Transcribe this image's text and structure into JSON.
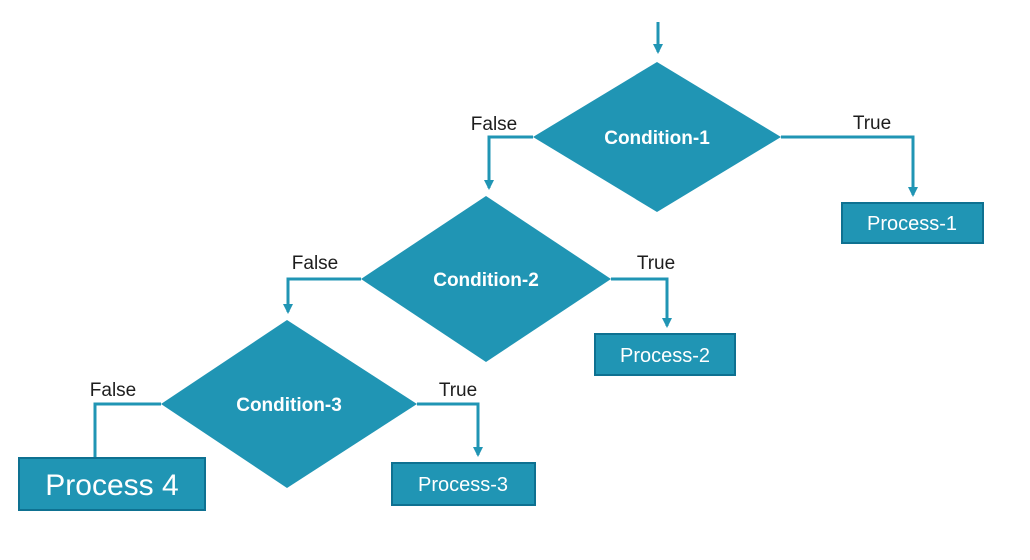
{
  "colors": {
    "shape_fill": "#2095B4",
    "shape_stroke": "#0E7191",
    "connector": "#2095B4",
    "branch_label": "#1D1D1D",
    "shape_text": "#FFFFFF",
    "background": "#FFFFFF"
  },
  "flowchart": {
    "type": "nested-condition-flowchart",
    "conditions": [
      {
        "label": "Condition-1",
        "true_label": "True",
        "false_label": "False"
      },
      {
        "label": "Condition-2",
        "true_label": "True",
        "false_label": "False"
      },
      {
        "label": "Condition-3",
        "true_label": "True",
        "false_label": "False"
      }
    ],
    "processes": [
      {
        "label": "Process-1"
      },
      {
        "label": "Process-2"
      },
      {
        "label": "Process-3"
      },
      {
        "label": "Process 4"
      }
    ]
  }
}
